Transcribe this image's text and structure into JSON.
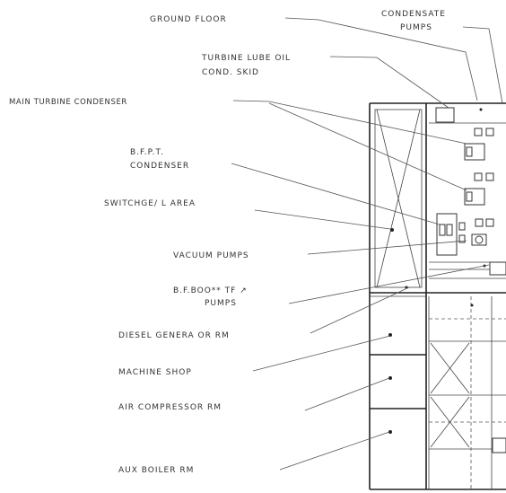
{
  "labels": {
    "ground_floor": "GROUND FLOOR",
    "condensate_pumps_1": "CONDENSATE",
    "condensate_pumps_2": "PUMPS",
    "turbine_lube_oil_1": "TURBINE LUBE OIL",
    "turbine_lube_oil_2": "COND. SKID",
    "main_turbine_condenser": "MAIN TURBINE CONDENSER",
    "bfpt_condenser_1": "B.F.P.T.",
    "bfpt_condenser_2": "CONDENSER",
    "switchgear_area": "SWITCHGE/ L AREA",
    "vacuum_pumps": "VACUUM PUMPS",
    "bf_booster_pumps_1": "B.F.BOO** TF ↗",
    "bf_booster_pumps_2": "PUMPS",
    "diesel_generator_rm": "DIESEL GENERA OR RM",
    "machine_shop": "MACHINE SHOP",
    "air_compressor_rm": "AIR COMPRESSOR RM",
    "aux_boiler_rm": "AUX BOILER RM"
  }
}
